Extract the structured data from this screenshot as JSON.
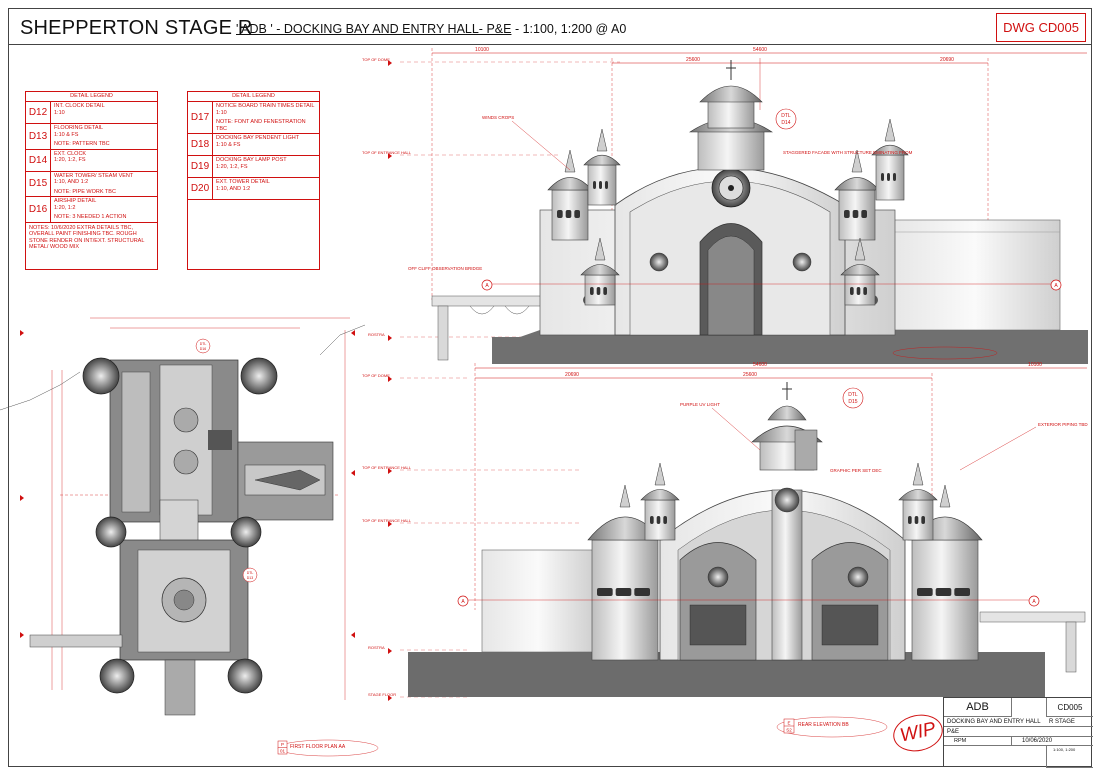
{
  "header": {
    "studio": "SHEPPERTON STAGE R",
    "drawing_title_main": "' ADB ' - DOCKING BAY AND ENTRY HALL- P&E",
    "drawing_title_scale": " - 1:100, 1:200 @ A0",
    "drawing_number": "DWG CD005"
  },
  "legend_left": {
    "title": "DETAIL LEGEND",
    "rows": [
      {
        "code": "D12",
        "text": "INT. CLOCK DETAIL",
        "sub": "1:10",
        "note": ""
      },
      {
        "code": "D13",
        "text": "FLOORING DETAIL",
        "sub": "1:10 & FS",
        "note": "NOTE: PATTERN TBC"
      },
      {
        "code": "D14",
        "text": "EXT. CLOCK",
        "sub": "1:20, 1:2, FS",
        "note": ""
      },
      {
        "code": "D15",
        "text": "WATER TOWER/ STEAM VENT",
        "sub": "1:10, AND 1:2",
        "note": "NOTE: PIPE WORK TBC"
      },
      {
        "code": "D16",
        "text": "AIRSHIP DETAIL",
        "sub": "1:20, 1:2",
        "note": "NOTE: 3 NEEDED 1 ACTION"
      }
    ],
    "notes": "NOTES: 10/6/2020 EXTRA DETAILS TBC, OVERALL PAINT FINISHING TBC. ROUGH STONE RENDER ON INT/EXT. STRUCTURAL METAL/ WOOD MIX"
  },
  "legend_right": {
    "title": "DETAIL LEGEND",
    "rows": [
      {
        "code": "D17",
        "text": "NOTICE BOARD TRAIN TIMES DETAIL",
        "sub": "1:10",
        "note": "NOTE: FONT AND FENESTRATION TBC"
      },
      {
        "code": "D18",
        "text": "DOCKING BAY PENDENT LIGHT",
        "sub": "1:10 & FS",
        "note": ""
      },
      {
        "code": "D19",
        "text": "DOCKING BAY LAMP POST",
        "sub": "1:20, 1:2, FS",
        "note": ""
      },
      {
        "code": "D20",
        "text": "EXT. TOWER DETAIL",
        "sub": "1:10, AND 1:2",
        "note": ""
      }
    ]
  },
  "front_elevation": {
    "dims": {
      "overall": "54600",
      "left": "10100",
      "a": "25600",
      "b": "20690"
    },
    "annotations": [
      "WINDS CROPS",
      "STAGGERED FACADE WITH STRUCTURE EMINATING FROM",
      "OFF CLIFF OBSERVATION BRIDGE"
    ],
    "callout": {
      "line1": "DTL",
      "line2": "D14"
    },
    "levels": [
      "TOP OF DOME",
      "TOP OF ENTRANCE HALL",
      "ROSTRA"
    ],
    "section_mark": "A"
  },
  "rear_elevation": {
    "dims": {
      "overall": "54600",
      "a": "20690",
      "b": "25600",
      "right": "10100"
    },
    "annotations": [
      "PURPLE UV LIGHT",
      "EXTERIOR PIPING TBD",
      "GRAPHIC PER SET DEC"
    ],
    "callout": {
      "line1": "DTL",
      "line2": "D15"
    },
    "levels": [
      "TOP OF DOME",
      "TOP OF ENTRANCE HALL",
      "TOP OF ENTRANCE HALL",
      "ROSTRA",
      "STAGE FLOOR"
    ],
    "view_title": "REAR ELEVATION BB",
    "view_code": "E",
    "view_num": "S2",
    "section_mark": "A"
  },
  "plan": {
    "view_title": "FIRST FLOOR PLAN AA",
    "view_code": "P",
    "view_num": "01",
    "callout_a": {
      "line1": "DTL",
      "line2": "D16"
    },
    "callout_b": {
      "line1": "DTL",
      "line2": "D13"
    }
  },
  "wip": "WIP",
  "title_block": {
    "project": "ADB",
    "drawing_no": "CD005",
    "desc": "DOCKING BAY AND ENTRY HALL",
    "stage": "R STAGE",
    "type": "P&E",
    "drawn_by": "RPM",
    "date": "10/06/2020",
    "scale": "1:100, 1:200"
  },
  "colors": {
    "red": "#d01010",
    "line": "#444444"
  }
}
